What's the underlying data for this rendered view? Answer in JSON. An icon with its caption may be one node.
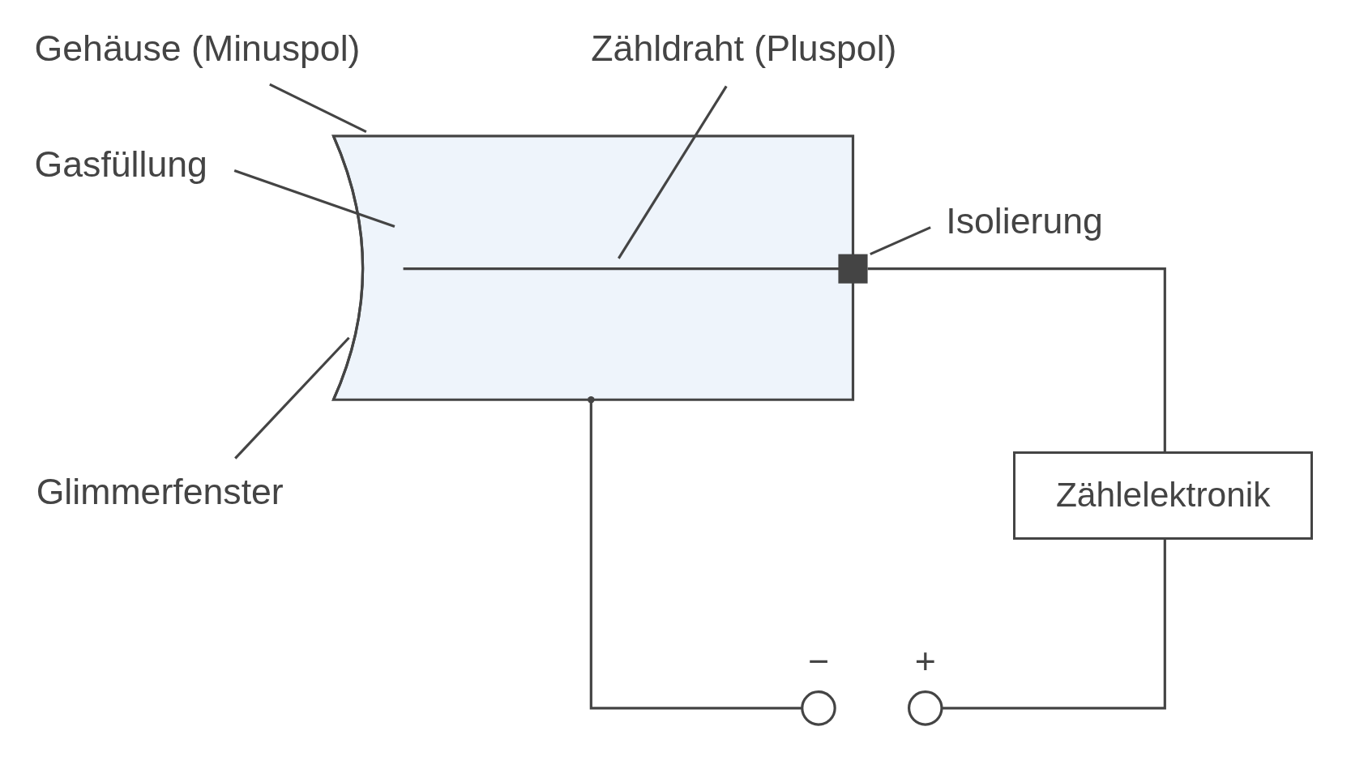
{
  "diagram": {
    "nodes": [
      {
        "text": [
          "Gehäuse (Minuspol)"
        ]
      },
      {
        "text": [
          "Zähldraht (Pluspol)"
        ]
      },
      {
        "text": [
          "Gasfüllung"
        ]
      },
      {
        "text": [
          "Isolierung"
        ]
      },
      {
        "text": [
          "Glimmerfenster"
        ]
      },
      {
        "text": [],
        "shape": "box"
      },
      {
        "text": [],
        "shape": "arc"
      },
      {
        "text": [],
        "shape": "bar",
        "in": 5
      },
      {
        "text": [],
        "shape": "box"
      },
      {
        "text": [
          "Zählelektronik"
        ]
      },
      {
        "text": [],
        "shape": "circle",
        "beside": [
          "−"
        ]
      },
      {
        "text": [],
        "shape": "circle",
        "beside": [
          "+"
        ]
      }
    ],
    "edges": [
      {
        "from": 0,
        "to": 5,
        "arrow": "none"
      },
      {
        "from": 1,
        "to": 7,
        "arrow": "none"
      },
      {
        "from": 2,
        "to": null,
        "arrow": "none"
      },
      {
        "from": 3,
        "to": 8,
        "arrow": "none"
      },
      {
        "from": 4,
        "to": 6,
        "arrow": "none"
      },
      {
        "from": 8,
        "to": 9,
        "arrow": "none"
      },
      {
        "from": 9,
        "to": 11,
        "arrow": "none"
      },
      {
        "from": 5,
        "to": 10,
        "arrow": "other"
      }
    ]
  }
}
